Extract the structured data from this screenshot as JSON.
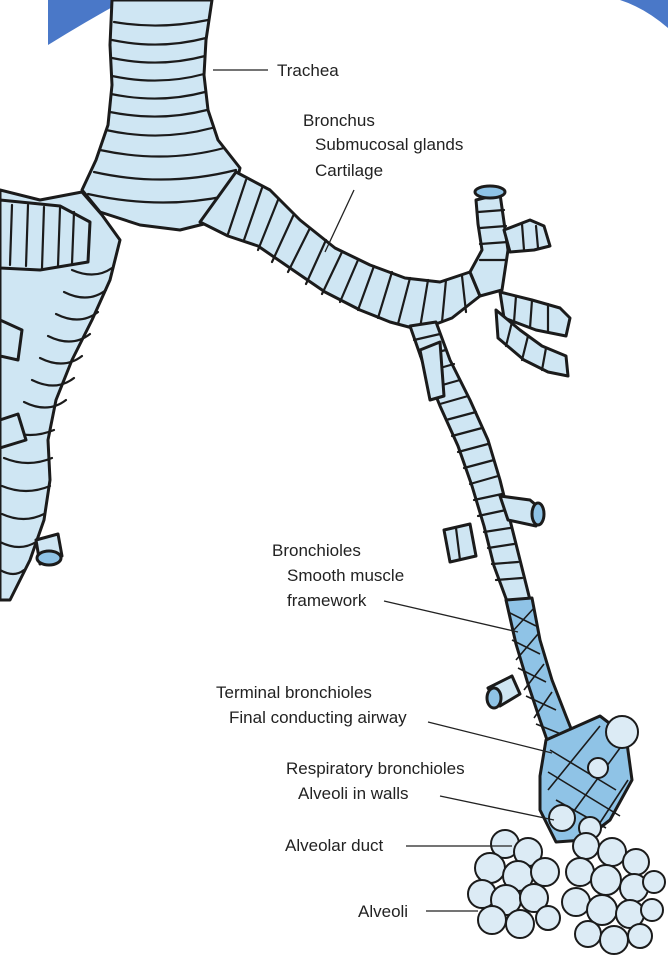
{
  "labels": {
    "trachea": "Trachea",
    "bronchus": "Bronchus",
    "submucosal_glands": "Submucosal glands",
    "cartilage": "Cartilage",
    "bronchioles": "Bronchioles",
    "smooth_muscle": "Smooth muscle",
    "framework": "framework",
    "terminal_bronchioles": "Terminal bronchioles",
    "final_conducting_airway": "Final conducting airway",
    "respiratory_bronchioles": "Respiratory bronchioles",
    "alveoli_in_walls": "Alveoli in walls",
    "alveolar_duct": "Alveolar duct",
    "alveoli": "Alveoli"
  },
  "colors": {
    "accent": "#4a78c8",
    "tube_fill": "#cfe6f3",
    "muscle_fill": "#8fc3e6",
    "outline": "#1b1b1b"
  }
}
